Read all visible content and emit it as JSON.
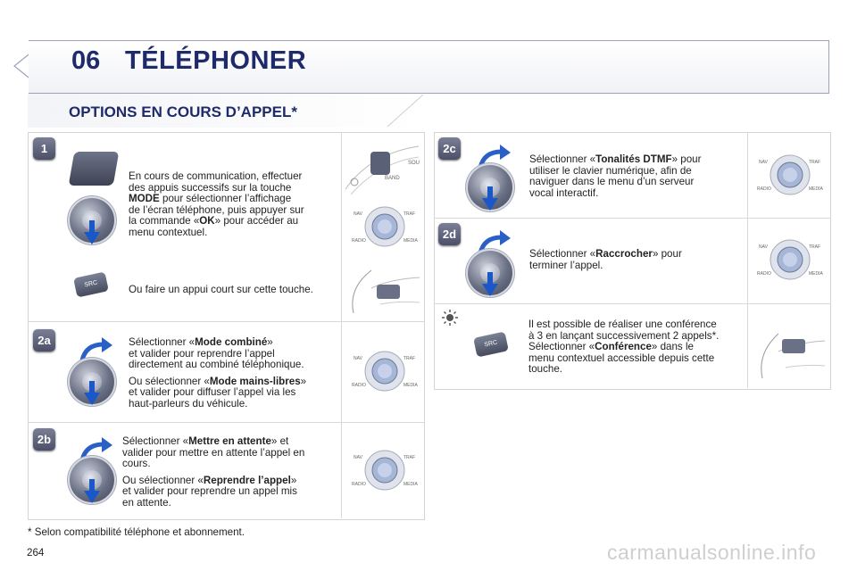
{
  "header": {
    "chapter_number": "06",
    "chapter_title": "TÉLÉPHONER",
    "section_title": "OPTIONS EN COURS D’APPEL*"
  },
  "steps": {
    "s1": {
      "badge": "1",
      "text_a_1": "En cours de communication, effectuer",
      "text_a_2": "des appuis successifs sur la touche",
      "text_a_3_bold": "MODE",
      "text_a_3": " pour sélectionner l’affichage",
      "text_a_4": "de l’écran téléphone, puis appuyer sur",
      "text_a_5_pre": "la commande «",
      "text_a_5_bold": "OK",
      "text_a_5_post": "» pour accéder au",
      "text_a_6": "menu contextuel.",
      "text_b": "Ou faire un appui court sur cette touche."
    },
    "s2a": {
      "badge": "2a",
      "l1_pre": "Sélectionner «",
      "l1_bold": "Mode combiné",
      "l1_post": "»",
      "l2": "et valider pour reprendre l’appel",
      "l3": "directement au combiné téléphonique.",
      "l4_pre": "Ou sélectionner «",
      "l4_bold": "Mode mains-libres",
      "l4_post": "»",
      "l5": "et valider pour diffuser l’appel via les",
      "l6": "haut-parleurs du véhicule."
    },
    "s2b": {
      "badge": "2b",
      "l1_pre": "Sélectionner «",
      "l1_bold": "Mettre en attente",
      "l1_post": "» et",
      "l2": "valider pour mettre en attente l’appel en",
      "l3": "cours.",
      "l4_pre": "Ou sélectionner «",
      "l4_bold": "Reprendre l’appel",
      "l4_post": "»",
      "l5": "et valider pour reprendre un appel mis",
      "l6": "en attente."
    },
    "s2c": {
      "badge": "2c",
      "l1_pre": "Sélectionner «",
      "l1_bold": "Tonalités DTMF",
      "l1_post": "» pour",
      "l2": "utiliser le clavier numérique, afin de",
      "l3": "naviguer dans le menu d’un serveur",
      "l4": "vocal interactif."
    },
    "s2d": {
      "badge": "2d",
      "l1_pre": "Sélectionner «",
      "l1_bold": "Raccrocher",
      "l1_post": "» pour",
      "l2": "terminer l’appel."
    },
    "tip": {
      "l1": "Il est possible de réaliser une conférence",
      "l2": "à 3 en lançant successivement 2 appels*.",
      "l3_pre": "Sélectionner «",
      "l3_bold": "Conférence",
      "l3_post": "» dans le",
      "l4": "menu contextuel accessible depuis cette",
      "l5": "touche."
    }
  },
  "control_labels": {
    "nav": "NAV",
    "traf": "TRAF",
    "radio": "RADIO",
    "media": "MEDIA",
    "band": "BAND",
    "sou": "SOU",
    "src": "SRC"
  },
  "footnote": "* Selon compatibilité téléphone et abonnement.",
  "page_number": "264",
  "watermark": "carmanualsonline.info",
  "colors": {
    "title_blue": "#1f2a6b",
    "arrow_blue": "#1a57c8"
  }
}
